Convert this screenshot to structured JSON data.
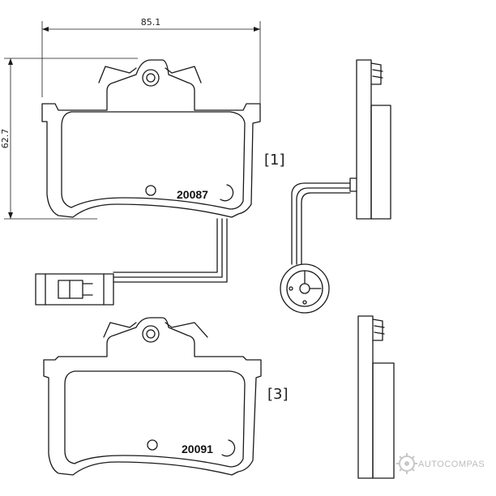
{
  "dimensions": {
    "width_label": "85.1",
    "height_label": "62.7"
  },
  "pads": [
    {
      "code": "20087",
      "bracket": "[1]"
    },
    {
      "code": "20091",
      "bracket": "[3]"
    }
  ],
  "watermark": {
    "brand": "AUTOCOMPAS",
    "icon": "gear-logo-icon"
  },
  "colors": {
    "line": "#1a1a1a",
    "watermark": "#bdbdbd"
  }
}
